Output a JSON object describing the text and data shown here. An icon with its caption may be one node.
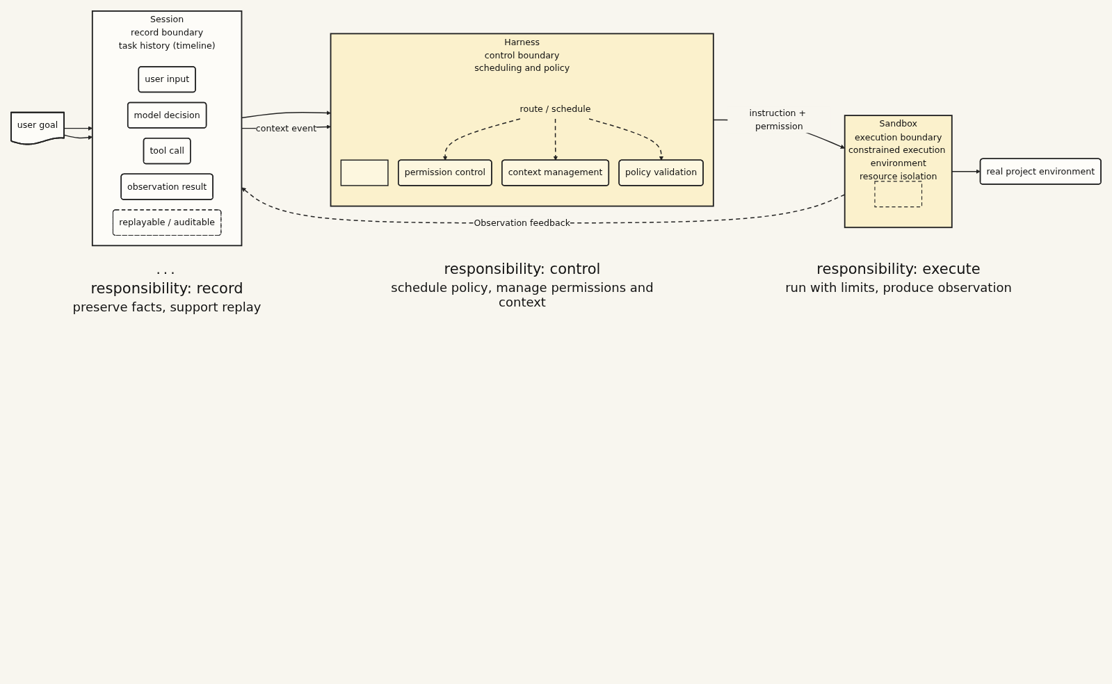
{
  "diagram": {
    "nodes": [
      {
        "text": [
          "user goal"
        ]
      },
      {
        "text": [
          "Session",
          "record boundary",
          "task history (timeline)"
        ]
      },
      {
        "text": [
          "user input"
        ],
        "in": 1
      },
      {
        "text": [
          "model decision"
        ],
        "in": 1
      },
      {
        "text": [
          "tool call"
        ],
        "in": 1
      },
      {
        "text": [
          "observation result"
        ],
        "in": 1
      },
      {
        "text": [
          "replayable / auditable"
        ],
        "in": 1
      },
      {
        "text": [
          "Harness",
          "control boundary",
          "scheduling and policy"
        ]
      },
      {
        "text": [],
        "shape": "box",
        "in": 7
      },
      {
        "text": [
          "route / schedule"
        ],
        "in": 7
      },
      {
        "text": [
          "permission control"
        ],
        "in": 7
      },
      {
        "text": [
          "context management"
        ],
        "in": 7
      },
      {
        "text": [
          "policy validation"
        ],
        "in": 7
      },
      {
        "text": [
          "Sandbox",
          "execution boundary",
          "constrained execution environment",
          "resource isolation"
        ]
      },
      {
        "text": [],
        "shape": "box",
        "in": 13
      },
      {
        "text": [
          "real project environment"
        ]
      }
    ],
    "edges": [
      {
        "from": 0,
        "to": 1,
        "arrow": "to"
      },
      {
        "from": 0,
        "to": 1,
        "arrow": "to"
      },
      {
        "from": 1,
        "to": 7,
        "arrow": "to"
      },
      {
        "from": 1,
        "to": 7,
        "arrow": "to",
        "label": "context event"
      },
      {
        "from": 9,
        "to": 10,
        "arrow": "to",
        "style": "dashed"
      },
      {
        "from": 9,
        "to": 11,
        "arrow": "to",
        "style": "dashed"
      },
      {
        "from": 9,
        "to": 12,
        "arrow": "to",
        "style": "dashed"
      },
      {
        "from": 7,
        "to": 13,
        "arrow": "to",
        "label": "instruction + permission"
      },
      {
        "from": 13,
        "to": 15,
        "arrow": "to"
      },
      {
        "from": 13,
        "to": 1,
        "arrow": "to",
        "style": "dashed",
        "label": "Observation feedback"
      }
    ],
    "labels": [
      "...",
      "responsibility: record",
      "preserve facts, support replay",
      "responsibility: control",
      "schedule policy, manage permissions and context",
      "responsibility: execute",
      "run with limits, produce observation"
    ]
  }
}
